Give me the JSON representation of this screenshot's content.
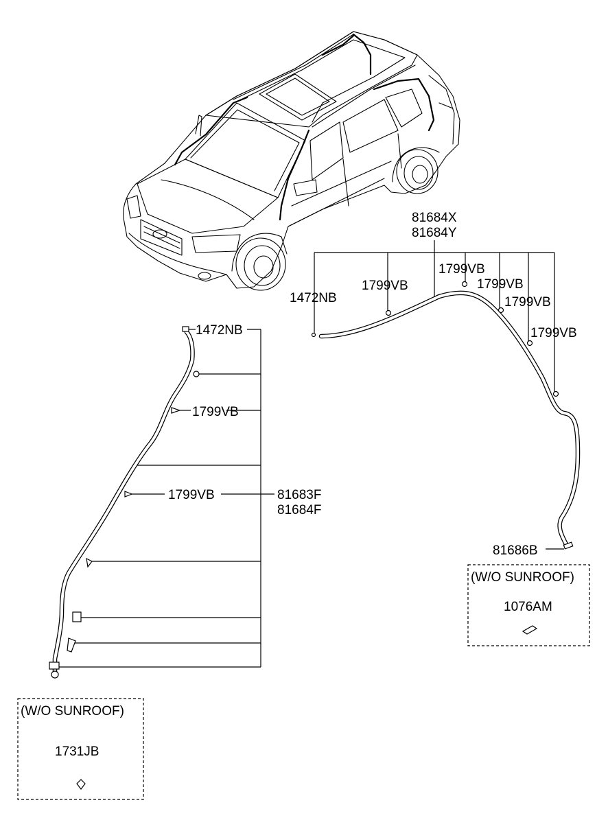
{
  "labels": {
    "right_assembly_1": "81684X",
    "right_assembly_2": "81684Y",
    "right_1472nb": "1472NB",
    "right_1799vb_a": "1799VB",
    "right_1799vb_b": "1799VB",
    "right_1799vb_c": "1799VB",
    "right_1799vb_d": "1799VB",
    "right_1799vb_e": "1799VB",
    "right_81686b": "81686B",
    "left_1472nb": "1472NB",
    "left_1799vb_a": "1799VB",
    "left_1799vb_b": "1799VB",
    "left_assembly_1": "81683F",
    "left_assembly_2": "81684F"
  },
  "boxes": {
    "right_box": {
      "title": "(W/O SUNROOF)",
      "part": "1076AM"
    },
    "left_box": {
      "title": "(W/O SUNROOF)",
      "part": "1731JB"
    }
  }
}
